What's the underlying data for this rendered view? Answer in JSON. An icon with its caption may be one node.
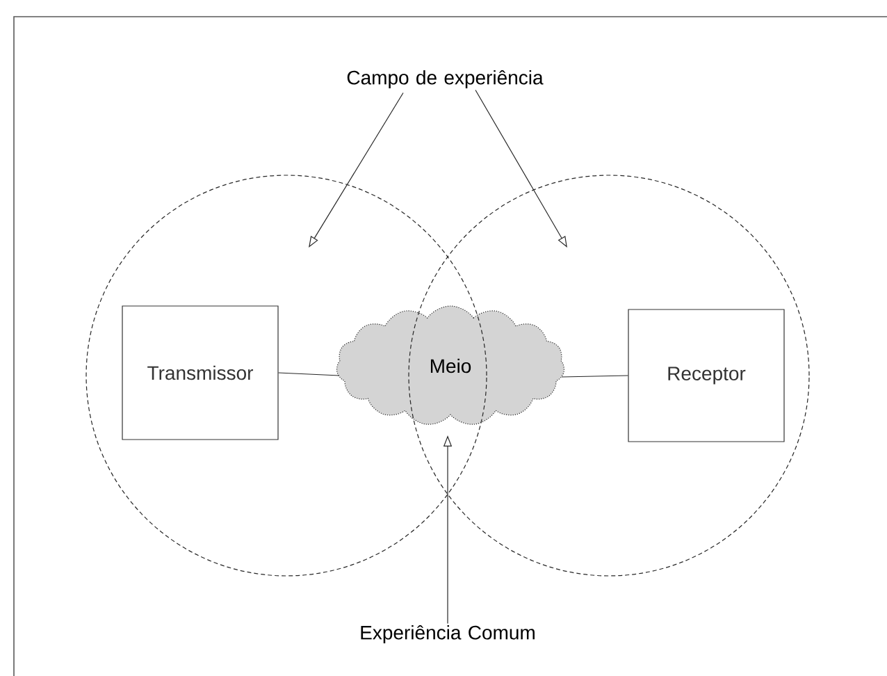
{
  "diagram": {
    "nodes": [
      {
        "text": [
          "Campo de experiência"
        ]
      },
      {
        "text": [],
        "shape": "circle"
      },
      {
        "text": [],
        "shape": "circle"
      },
      {
        "text": [
          "Transmissor"
        ],
        "in": 1
      },
      {
        "text": [
          "Meio"
        ]
      },
      {
        "text": [
          "Receptor"
        ],
        "in": 2
      },
      {
        "text": [
          "Experiência Comum"
        ]
      }
    ],
    "edges": [
      {
        "from": 0,
        "to": 1,
        "arrow": "to"
      },
      {
        "from": 0,
        "to": 2,
        "arrow": "to"
      },
      {
        "from": 3,
        "to": 4,
        "arrow": "none"
      },
      {
        "from": 4,
        "to": 5,
        "arrow": "none"
      },
      {
        "from": 6,
        "to": 4,
        "arrow": "to"
      }
    ]
  }
}
